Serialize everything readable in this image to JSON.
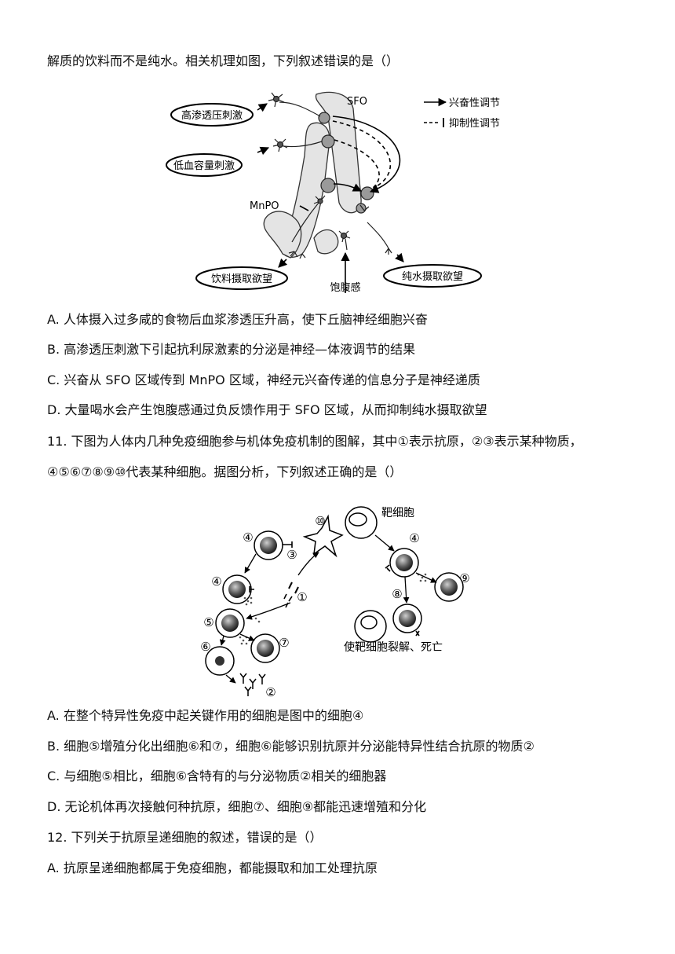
{
  "intro_line": "解质的饮料而不是纯水。相关机理如图，下列叙述错误的是（）",
  "fig1": {
    "legend": {
      "excitatory": "兴奋性调节",
      "inhibitory": "抑制性调节"
    },
    "labels": {
      "sfo": "SFO",
      "mnpo": "MnPO",
      "high_osm": "高渗透压刺激",
      "low_vol": "低血容量刺激",
      "drink_desire": "饮料摄取欲望",
      "satiety": "饱腹感",
      "water_desire": "纯水摄取欲望"
    }
  },
  "q10_options": [
    "A.  人体摄入过多咸的食物后血浆渗透压升高，使下丘脑神经细胞兴奋",
    "B.  高渗透压刺激下引起抗利尿激素的分泌是神经—体液调节的结果",
    "C.  兴奋从 SFO 区域传到 MnPO 区域，神经元兴奋传递的信息分子是神经递质",
    "D.  大量喝水会产生饱腹感通过负反馈作用于 SFO 区域，从而抑制纯水摄取欲望"
  ],
  "q11": {
    "stem_line1": "11.  下图为人体内几种免疫细胞参与机体免疫机制的图解，其中①表示抗原，②③表示某种物质，",
    "stem_line2": "④⑤⑥⑦⑧⑨⑩代表某种细胞。据图分析，下列叙述正确的是（）",
    "options": [
      "A.  在整个特异性免疫中起关键作用的细胞是图中的细胞④",
      "B.  细胞⑤增殖分化出细胞⑥和⑦，细胞⑥能够识别抗原并分泌能特异性结合抗原的物质②",
      "C.  与细胞⑤相比，细胞⑥含特有的与分泌物质②相关的细胞器",
      "D.  无论机体再次接触何种抗原，细胞⑦、细胞⑨都能迅速增殖和分化"
    ]
  },
  "fig2": {
    "labels": {
      "n1": "①",
      "n2": "②",
      "n3": "③",
      "n4": "④",
      "n5": "⑤",
      "n6": "⑥",
      "n7": "⑦",
      "n8": "⑧",
      "n9": "⑨",
      "n10": "⑩",
      "target_cell": "靶细胞",
      "lysis": "使靶细胞裂解、死亡"
    }
  },
  "q12": {
    "stem": "12.  下列关于抗原呈递细胞的叙述，错误的是（）",
    "option_a": "A.  抗原呈递细胞都属于免疫细胞，都能摄取和加工处理抗原"
  }
}
